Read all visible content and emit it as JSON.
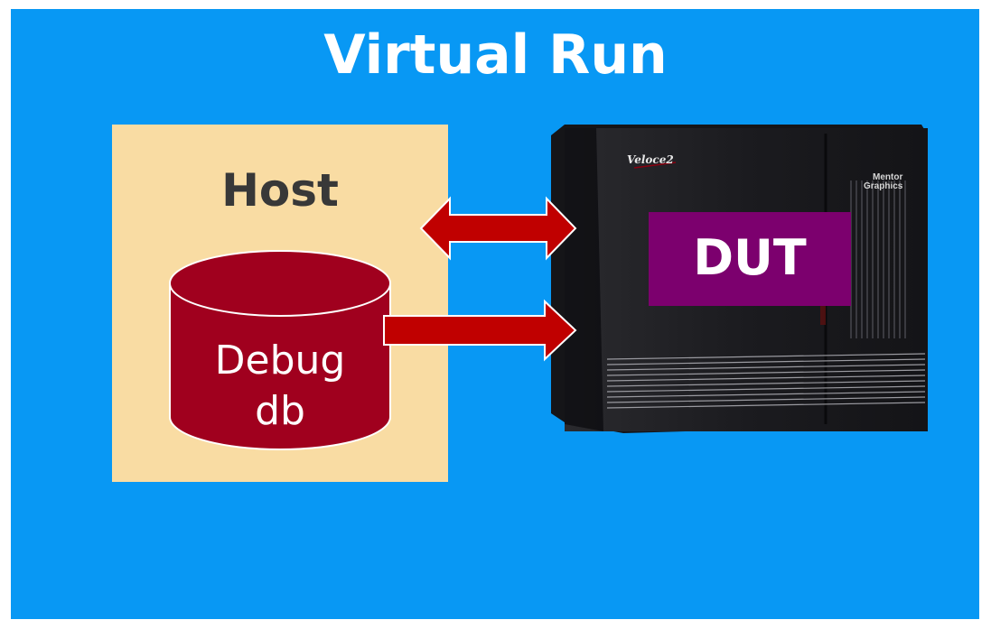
{
  "slide": {
    "title": "Virtual Run",
    "background_color": "#0898f4"
  },
  "host": {
    "label": "Host",
    "box_color": "#f9dca3",
    "database": {
      "line1": "Debug",
      "line2": "db",
      "color": "#a0001e"
    }
  },
  "emulator": {
    "dut_label": "DUT",
    "dut_color": "#7c006e",
    "brand_logo": "Veloce2",
    "vendor_logo": [
      "Mentor",
      "Graphics"
    ]
  },
  "connections": [
    {
      "from": "host",
      "to": "emulator",
      "direction": "bidirectional",
      "color": "#c00000"
    },
    {
      "from": "database",
      "to": "emulator",
      "direction": "forward",
      "color": "#c00000"
    }
  ]
}
